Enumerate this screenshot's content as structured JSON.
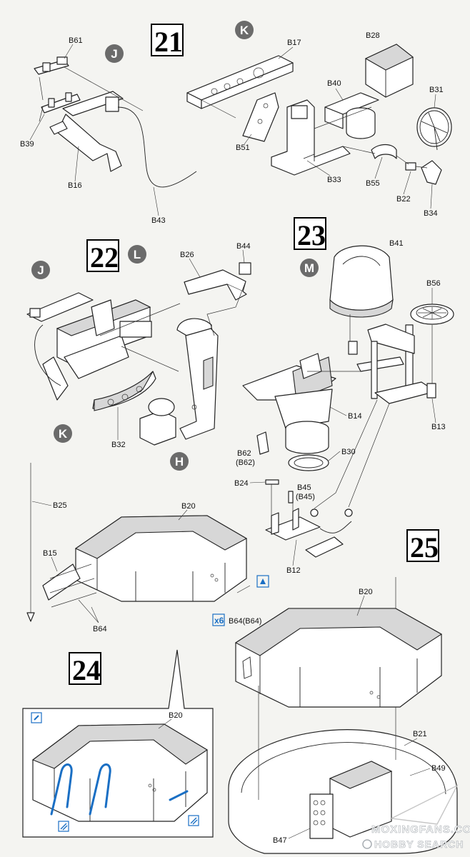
{
  "steps": {
    "s21": "21",
    "s22": "22",
    "s23": "23",
    "s24": "24",
    "s25": "25"
  },
  "circles": {
    "J1": "J",
    "K1": "K",
    "J2": "J",
    "L": "L",
    "K2": "K",
    "H": "H",
    "M": "M"
  },
  "parts": {
    "B61": "B61",
    "B39": "B39",
    "B16": "B16",
    "B43": "B43",
    "B17": "B17",
    "B28": "B28",
    "B40": "B40",
    "B31": "B31",
    "B51": "B51",
    "B33": "B33",
    "B55": "B55",
    "B22": "B22",
    "B34": "B34",
    "B26": "B26",
    "B44": "B44",
    "B32": "B32",
    "B41": "B41",
    "B56": "B56",
    "B14": "B14",
    "B13": "B13",
    "B62": "B62",
    "B62p": "(B62)",
    "B30": "B30",
    "B24": "B24",
    "B45": "B45",
    "B45p": "(B45)",
    "B12": "B12",
    "B25": "B25",
    "B20a": "B20",
    "B15": "B15",
    "B64": "B64",
    "B20b": "B20",
    "B20c": "B20",
    "B21": "B21",
    "B49": "B49",
    "B47": "B47"
  },
  "quantity": {
    "mult": "x6",
    "label": "B64(B64)"
  },
  "watermark": {
    "line1": "MOXINGFANS.COM",
    "line2": "HOBBY SEARCH"
  },
  "colors": {
    "accent": "#1a6fc4",
    "circle": "#6b6b6b",
    "ink": "#222222"
  }
}
